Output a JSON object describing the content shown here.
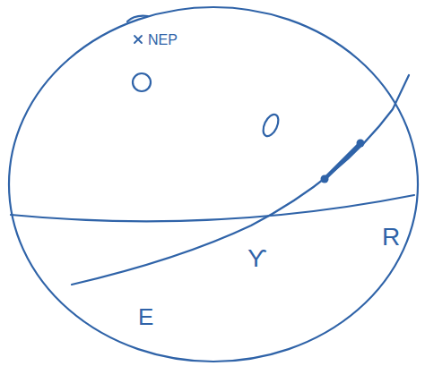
{
  "diagram": {
    "labels": [
      "NEP",
      "E",
      "ϒ",
      "R"
    ]
  }
}
